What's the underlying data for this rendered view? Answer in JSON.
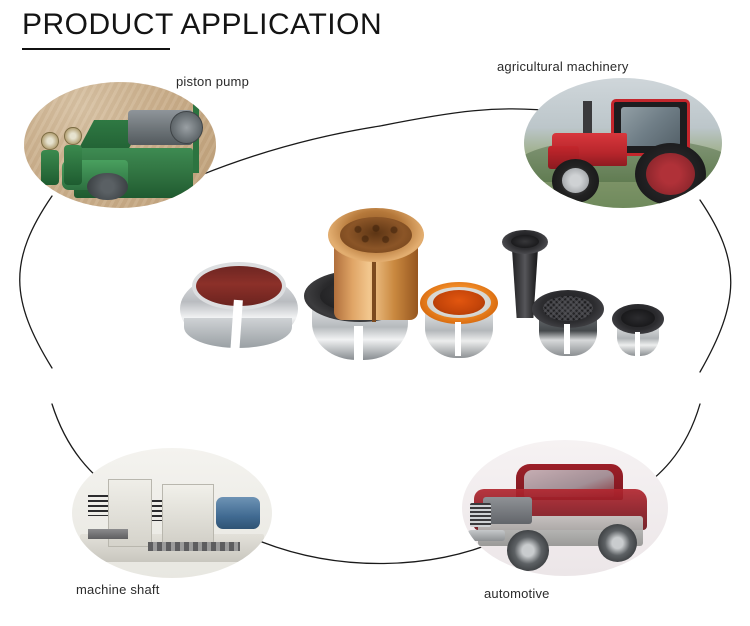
{
  "header": {
    "title": "PRODUCT APPLICATION",
    "rule_color": "#111111"
  },
  "labels": {
    "piston_pump": "piston pump",
    "agricultural_machinery": "agricultural machinery",
    "machine_shaft": "machine shaft",
    "automotive": "automotive"
  },
  "photos": [
    {
      "id": "piston-pump",
      "label": "piston pump",
      "position": "top-left",
      "description": "green industrial piston pump on sandy ground",
      "dominant_colors": [
        "#2e6f3e",
        "#cbb08d",
        "#6d7478"
      ]
    },
    {
      "id": "agricultural-machinery",
      "label": "agricultural machinery",
      "position": "top-right",
      "description": "red farm tractor with black cab in green hills",
      "dominant_colors": [
        "#b8262c",
        "#1d1d1f",
        "#7d9172"
      ]
    },
    {
      "id": "machine-shaft",
      "label": "machine shaft",
      "position": "bottom-left",
      "description": "beige industrial machining center with blue motor",
      "dominant_colors": [
        "#e8e7e1",
        "#416b92",
        "#5d5d5f"
      ]
    },
    {
      "id": "automotive",
      "label": "automotive",
      "position": "bottom-right",
      "description": "cutaway view of dark red SUV showing chassis and drivetrain",
      "dominant_colors": [
        "#8a1a23",
        "#c9ccce",
        "#ece6e8"
      ]
    }
  ],
  "products": [
    {
      "id": "split-bearing-shell",
      "material": "steel shell with brown polymer lining",
      "colors": [
        "#c9cccf",
        "#8c3029"
      ]
    },
    {
      "id": "black-lined-split-bush",
      "material": "steel backed black PTFE bush",
      "colors": [
        "#2a2a2c",
        "#b6babd"
      ]
    },
    {
      "id": "bronze-dimpled-bushing",
      "material": "bronze bushing with oil dimples",
      "colors": [
        "#c9883f",
        "#8b5527"
      ]
    },
    {
      "id": "orange-lined-bush",
      "material": "orange PTFE lined flange bush",
      "colors": [
        "#e27b18",
        "#c34409"
      ]
    },
    {
      "id": "dark-tapered-sleeve",
      "material": "composite tapered sleeve",
      "colors": [
        "#2a2a2c"
      ]
    },
    {
      "id": "mesh-flanged-bush",
      "material": "bronze mesh backed flange bush",
      "colors": [
        "#2c2c2f",
        "#6a6e71"
      ]
    },
    {
      "id": "small-flanged-bush",
      "material": "small steel flange bush",
      "colors": [
        "#2b2b2e",
        "#b0b4b7"
      ]
    }
  ],
  "connectors": {
    "stroke_color": "#1a1a1a",
    "stroke_width": 1.3,
    "count": 6
  }
}
